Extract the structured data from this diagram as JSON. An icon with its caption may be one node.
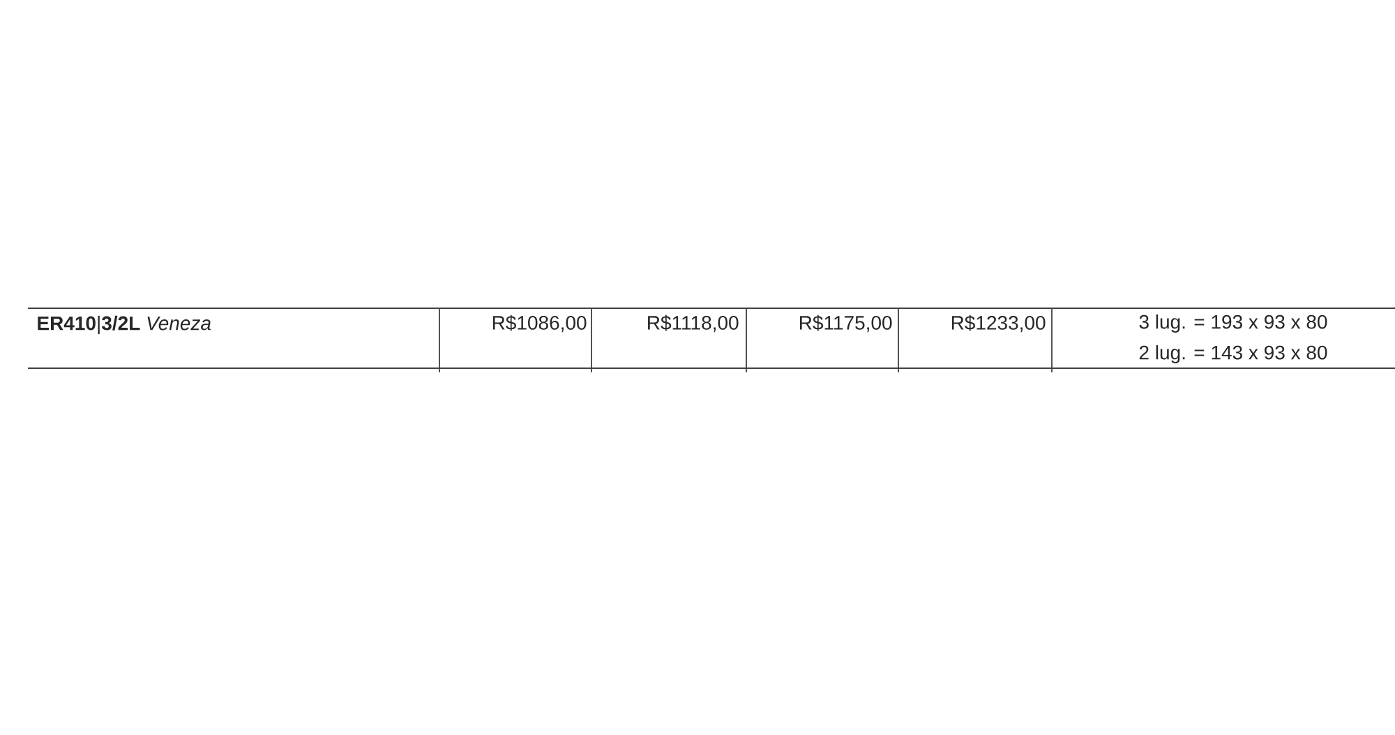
{
  "diagram": {
    "labels": [
      "**ER410**|**3/2L** *Veneza*",
      "R$1086,00",
      "R$1118,00",
      "R$1175,00",
      "R$1233,00",
      "3 lug. = 193 x 93 x 80",
      "2 lug. = 143 x 93 x 80"
    ]
  }
}
